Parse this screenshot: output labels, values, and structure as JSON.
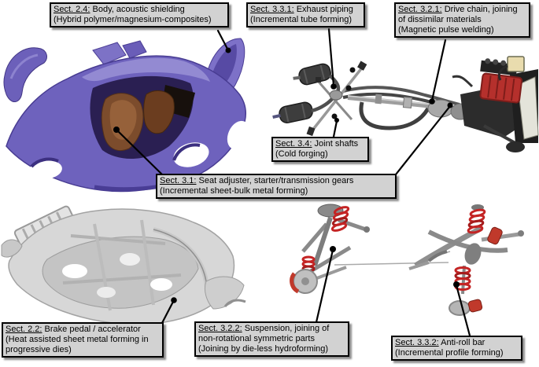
{
  "figure": {
    "background_color": "#ffffff",
    "labels": [
      {
        "id": "2.4",
        "sect": "Sect. 2.4:",
        "title": "Body, acoustic shielding",
        "method": "(Hybrid polymer/magnesium-composites)"
      },
      {
        "id": "3.3.1",
        "sect": "Sect. 3.3.1:",
        "title": "Exhaust piping",
        "method": "(Incremental tube forming)"
      },
      {
        "id": "3.2.1",
        "sect": "Sect. 3.2.1:",
        "title": "Drive chain, joining of dissimilar materials",
        "method": "(Magnetic pulse welding)"
      },
      {
        "id": "3.4",
        "sect": "Sect. 3.4:",
        "title": "Joint shafts",
        "method": "(Cold forging)"
      },
      {
        "id": "3.1",
        "sect": "Sect. 3.1:",
        "title": "Seat adjuster, starter/transmission gears",
        "method": "(Incremental sheet-bulk metal forming)"
      },
      {
        "id": "2.2",
        "sect": "Sect. 2.2:",
        "title": "Brake pedal / accelerator",
        "method": "(Heat assisted sheet metal forming in progressive dies)"
      },
      {
        "id": "3.2.2",
        "sect": "Sect. 3.2.2:",
        "title": "Suspension, joining of non-rotational symmetric parts",
        "method": "(Joining by die-less hydroforming)"
      },
      {
        "id": "3.3.2",
        "sect": "Sect. 3.3.2:",
        "title": "Anti-roll bar",
        "method": "(Incremental profile forming)"
      }
    ],
    "illustrations": [
      {
        "name": "car-body-shell",
        "color": "#6e62bd"
      },
      {
        "name": "drivetrain-assembly",
        "color": "#3a3a3a",
        "engine_color": "#b5302c"
      },
      {
        "name": "body-in-white-frame",
        "color": "#d6d6d6"
      },
      {
        "name": "front-suspension",
        "color": "#9a9a9a",
        "spring_color": "#c42424"
      },
      {
        "name": "rear-suspension",
        "color": "#9a9a9a",
        "spring_color": "#c42424"
      }
    ],
    "colors": {
      "label_background": "#d2d2d2",
      "label_border": "#000000",
      "leader_line": "#000000"
    }
  }
}
